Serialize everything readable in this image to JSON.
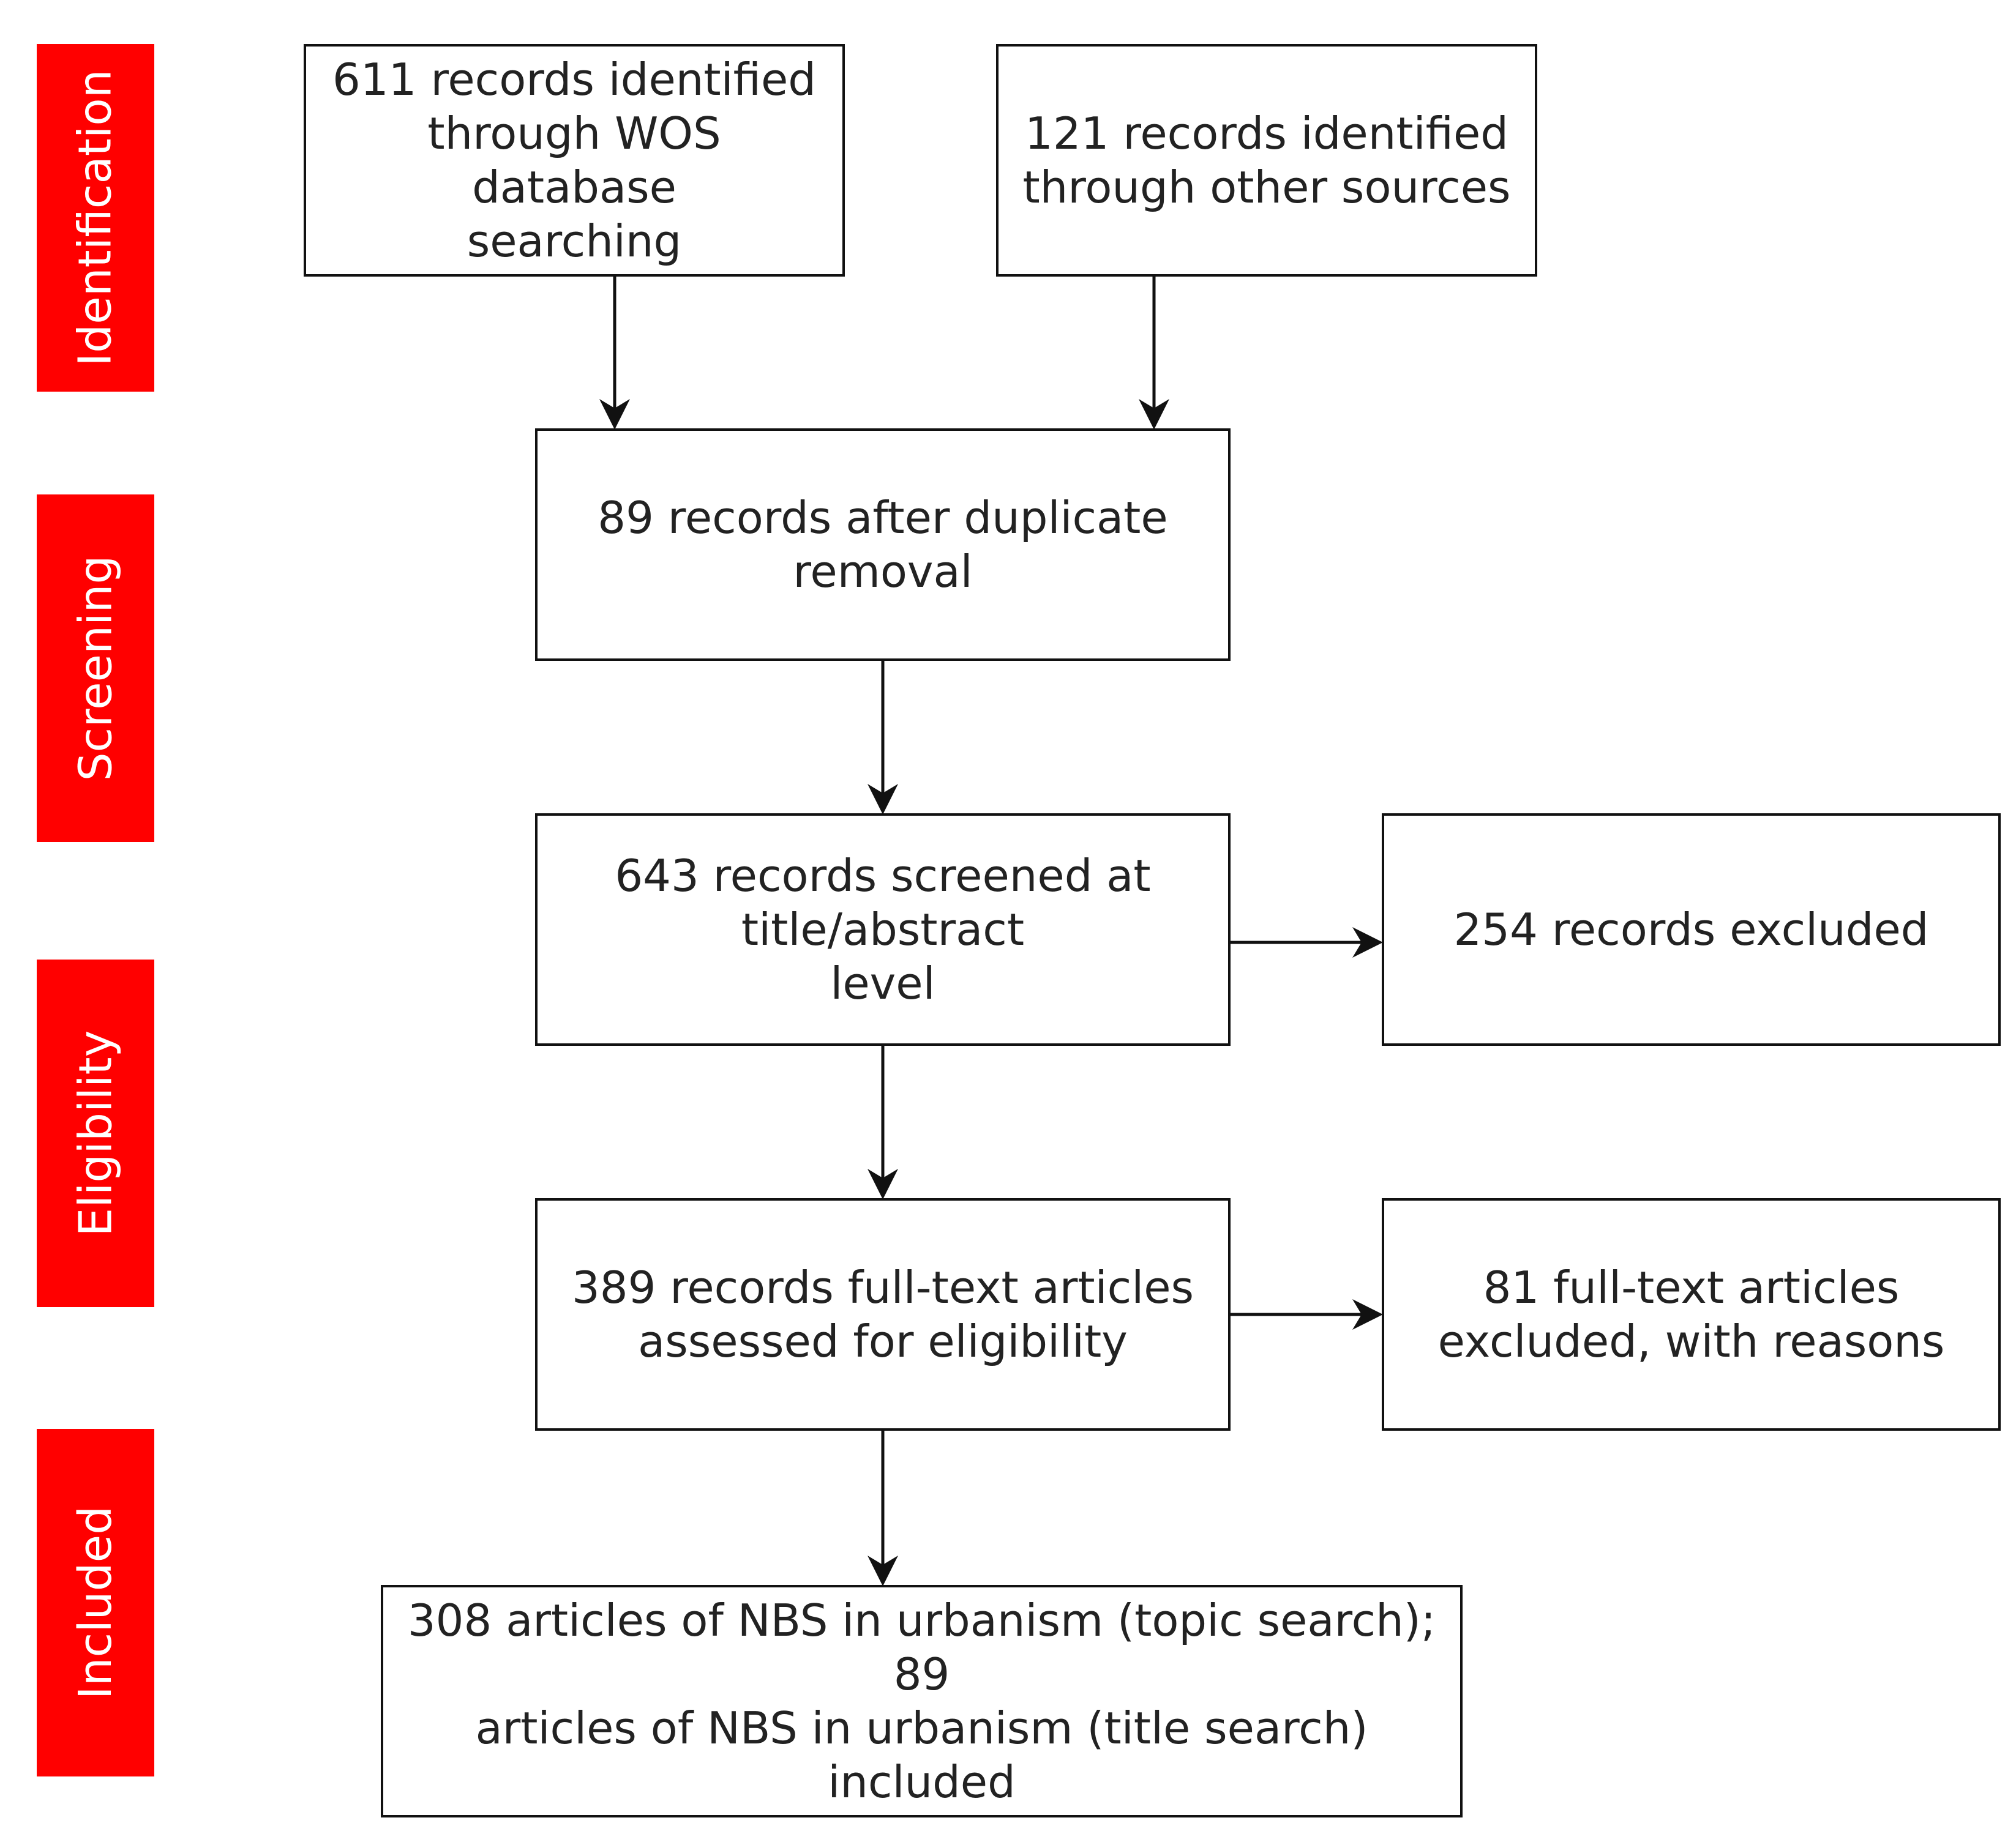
{
  "colors": {
    "stage_fill": "#ff0000",
    "stage_text": "#ffffff",
    "box_border": "#111111",
    "arrow": "#111111",
    "text": "#222222"
  },
  "stages": {
    "identification": "Identification",
    "screening": "Screening",
    "eligibility": "Eligibility",
    "included": "Included"
  },
  "boxes": {
    "wos_records": "611 records identified\nthrough WOS database\nsearching",
    "other_records": "121 records identified\nthrough other sources",
    "after_duplicates": "89 records after duplicate\nremoval",
    "screened": "643 records screened at\ntitle/abstract\nlevel",
    "excluded": "254 records excluded",
    "full_text": "389 records full-text articles\nassessed for eligibility",
    "full_text_excluded": "81 full-text articles\nexcluded, with reasons",
    "included": "308 articles of NBS in urbanism (topic search); 89\narticles of NBS in urbanism (title search)\nincluded"
  }
}
